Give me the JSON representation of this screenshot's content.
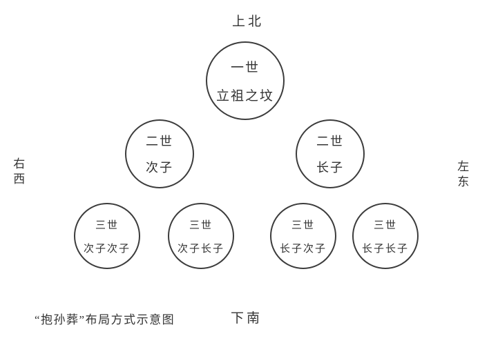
{
  "diagram": {
    "caption": "“抱孙葬”布局方式示意图",
    "directions": {
      "top": "上北",
      "bottom": "下南",
      "left": "右西",
      "right": "左东"
    },
    "nodes": [
      {
        "id": "gen1-founder",
        "line1": "一世",
        "line2": "立祖之坟"
      },
      {
        "id": "gen2-second-son",
        "line1": "二世",
        "line2": "次子"
      },
      {
        "id": "gen2-eldest-son",
        "line1": "二世",
        "line2": "长子"
      },
      {
        "id": "gen3-second-second",
        "line1": "三世",
        "line2": "次子次子"
      },
      {
        "id": "gen3-second-eldest",
        "line1": "三世",
        "line2": "次子长子"
      },
      {
        "id": "gen3-eldest-second",
        "line1": "三世",
        "line2": "长子次子"
      },
      {
        "id": "gen3-eldest-eldest",
        "line1": "三世",
        "line2": "长子长子"
      }
    ],
    "colors": {
      "background": "#ffffff",
      "line": "#3c3c3c",
      "text": "#333333"
    }
  }
}
